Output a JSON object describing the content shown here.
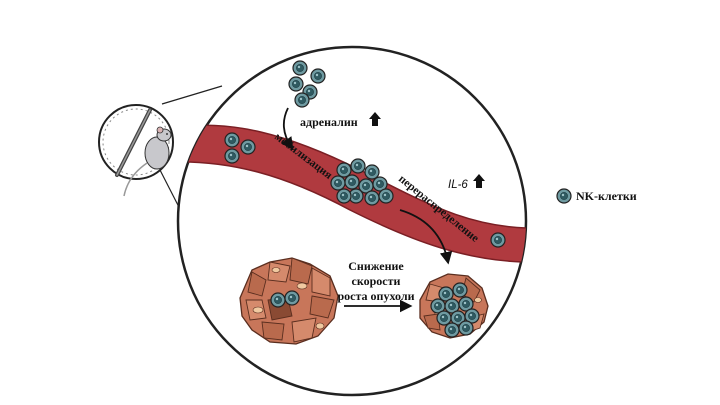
{
  "labels": {
    "adrenaline": "адреналин",
    "mobilization": "мобилизация",
    "redistribution": "перераспределение",
    "il6": "IL-6",
    "legend": "NK-клетки",
    "tumor_line1": "Снижение",
    "tumor_line2": "скорости",
    "tumor_line3": "роста опухоли"
  },
  "icons": {
    "adrenaline_arrow": "up-arrow",
    "il6_arrow": "up-arrow",
    "legend_marker": "nk-cell"
  },
  "colors": {
    "vessel": "#b03a3f",
    "vessel_dark": "#7a1f24",
    "nk_cell": "#5f8f96",
    "nk_nucleus": "#2f5a61",
    "tumor": "#c8765a",
    "tumor_dark": "#8a4a33",
    "outline": "#222222"
  }
}
